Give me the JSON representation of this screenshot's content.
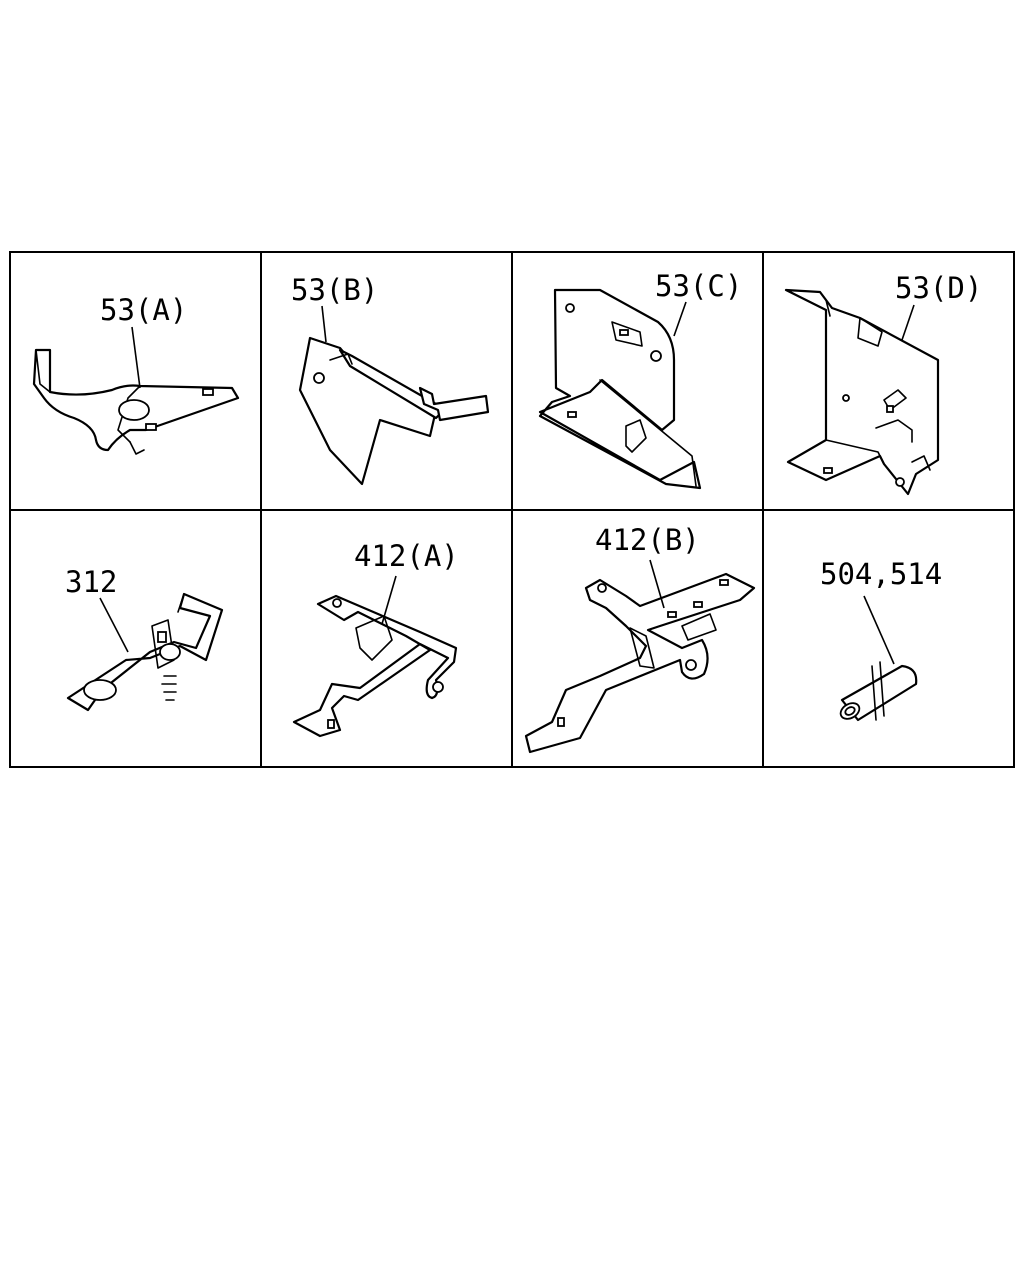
{
  "callouts": {
    "p53a": "53(A)",
    "p53b": "53(B)",
    "p53c": "53(C)",
    "p53d": "53(D)",
    "p312": "312",
    "p412a": "412(A)",
    "p412b": "412(B)",
    "p504": "504,514"
  }
}
